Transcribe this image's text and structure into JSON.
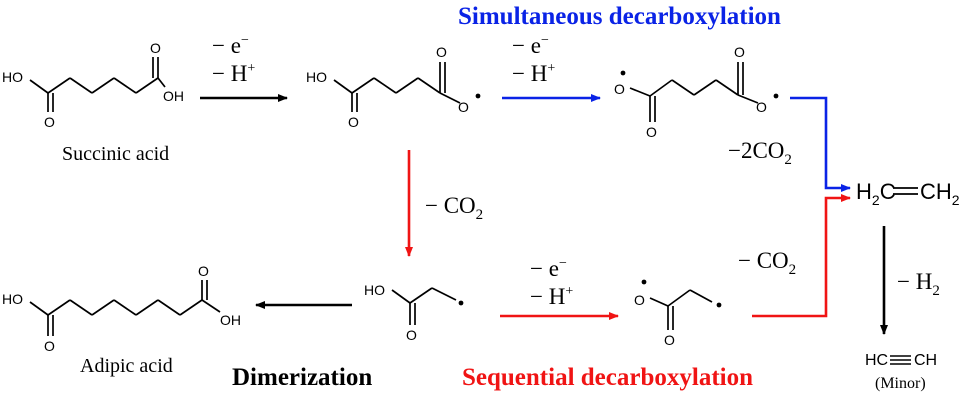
{
  "colors": {
    "blue": "#0a23e6",
    "red": "#f01414",
    "black": "#000000"
  },
  "molecules": {
    "succinic_acid": "Succinic acid",
    "adipic_acid": "Adipic acid",
    "ethylene": {
      "left": "H",
      "sub2": "2",
      "c_left": "C",
      "c_right": "CH",
      "sub_right": "2"
    },
    "acetylene": {
      "left": "HC",
      "right": "CH",
      "note": "(Minor)"
    }
  },
  "atoms": {
    "ho": "HO",
    "oh": "OH",
    "o": "O"
  },
  "steps": {
    "minus_e": "− e",
    "e_sup": "−",
    "minus_h": "− H",
    "h_sup": "+",
    "minus_co2": "− CO",
    "co2_sub": "2",
    "minus_2co2": "−2CO",
    "minus_h2": "− H",
    "h2_sub": "2"
  },
  "pathways": {
    "simultaneous": "Simultaneous decarboxylation",
    "sequential": "Sequential decarboxylation",
    "dimerization": "Dimerization"
  }
}
